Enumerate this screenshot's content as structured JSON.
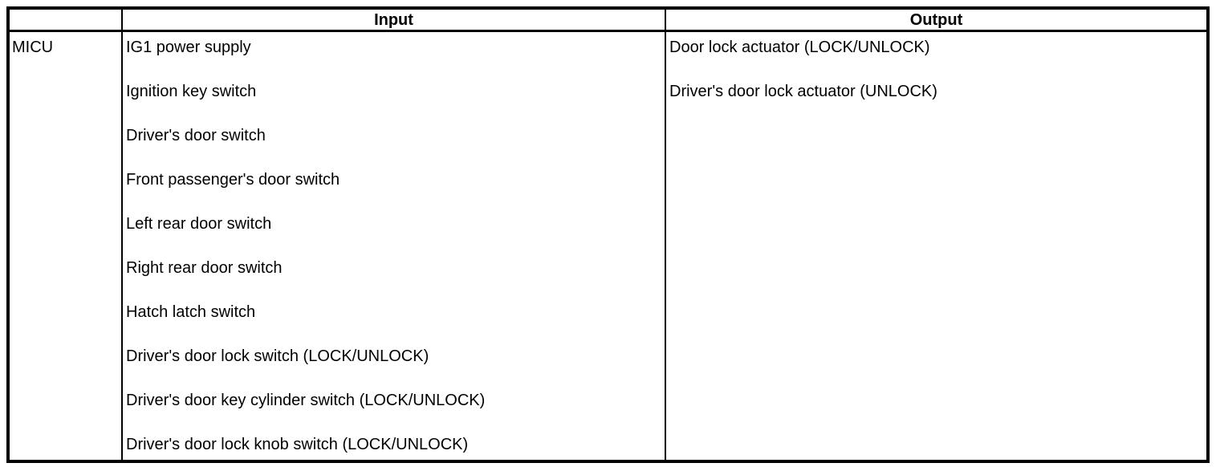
{
  "table": {
    "header": {
      "unit": "",
      "input": "Input",
      "output": "Output"
    },
    "rows": [
      {
        "unit": "MICU",
        "inputs": [
          "IG1 power supply",
          "Ignition key switch",
          "Driver's door switch",
          "Front passenger's door switch",
          "Left rear door switch",
          "Right rear door switch",
          "Hatch latch switch",
          "Driver's door lock switch (LOCK/UNLOCK)",
          "Driver's door key cylinder switch (LOCK/UNLOCK)",
          "Driver's door lock knob switch (LOCK/UNLOCK)"
        ],
        "outputs": [
          "Door lock actuator (LOCK/UNLOCK)",
          "Driver's door lock actuator (UNLOCK)"
        ]
      }
    ],
    "colors": {
      "border": "#000000",
      "text": "#000000",
      "background": "#ffffff"
    }
  }
}
